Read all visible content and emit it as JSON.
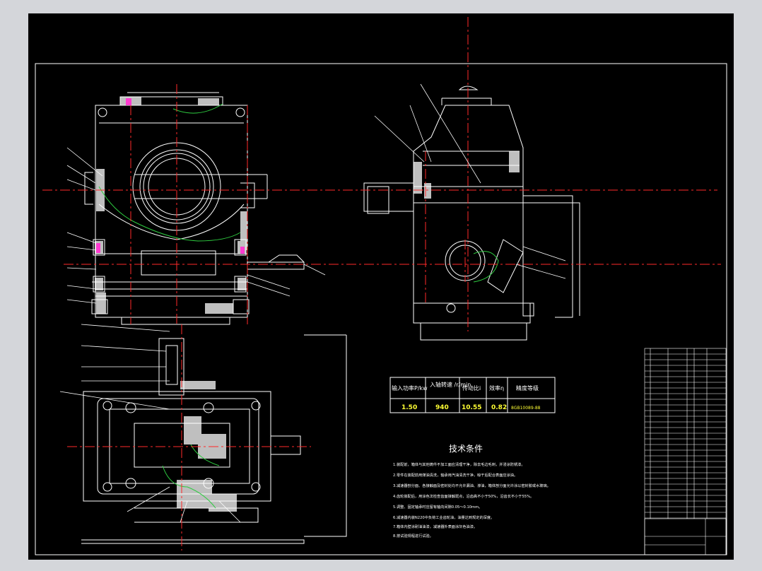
{
  "colors": {
    "background": "#000000",
    "frame": "#d4d6da",
    "line": "#ffffff",
    "centerline": "#ff2a2a",
    "contour": "#2ecc40",
    "highlight": "#ff3bd0",
    "value": "#ffff33"
  },
  "params_table": {
    "headers": [
      "输入功率P/kw",
      "入轴转速\n/r/min",
      "传动比i",
      "效率η",
      "精度等级"
    ],
    "values": [
      "1.50",
      "940",
      "10.55",
      "0.82",
      "8GB10089-88"
    ]
  },
  "tech_requirements": {
    "title": "技术条件",
    "items": [
      "1.装配前，箱体与其他铸件不加工面应清理干净，除去毛边毛刺，并浸涂防锈漆。",
      "2.零件在装配前用煤油清洗，轴承用汽油清洗干净，晾干后配合表面应涂油。",
      "3.减速器剖分面、各接触面及密封处均不允许漏油、渗油，箱体剖分面允许涂以密封胶或水玻璃。",
      "4.齿轮装配后，用涂色法检查齿面接触斑点，沿齿高不小于50%，沿齿长不小于55%。",
      "5.调整、固定轴承时应留有轴向间隙0.05～0.10mm。",
      "6.减速器内装N220中负荷工业齿轮油，油量达到规定的深度。",
      "7.箱体内壁涂耐油油漆，减速器外表面涂灰色油漆。",
      "8.按试验规程进行试验。"
    ]
  }
}
